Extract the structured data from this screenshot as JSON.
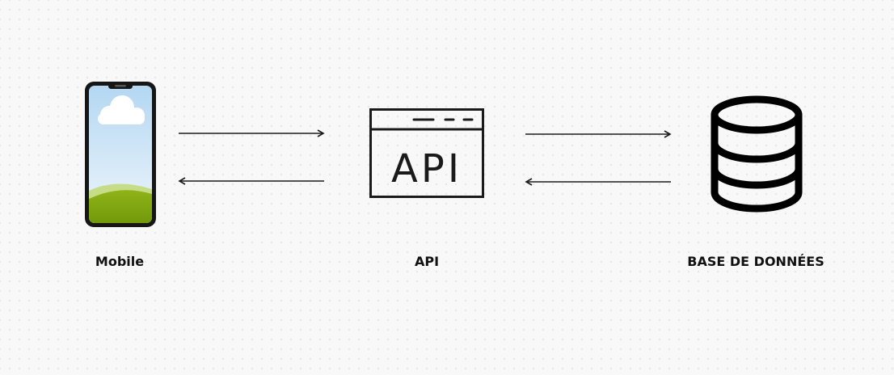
{
  "nodes": {
    "mobile": {
      "label": "Mobile",
      "icon": "smartphone-icon"
    },
    "api": {
      "label": "API",
      "icon": "api-window-icon",
      "icon_text": "API"
    },
    "database": {
      "label": "BASE DE DONNÉES",
      "icon": "database-icon"
    }
  },
  "connections": [
    {
      "from": "mobile",
      "to": "api"
    },
    {
      "from": "api",
      "to": "mobile"
    },
    {
      "from": "api",
      "to": "database"
    },
    {
      "from": "database",
      "to": "api"
    }
  ],
  "colors": {
    "background": "#f8f8f8",
    "dot_grid": "#e2e2e2",
    "stroke": "#1a1a1a",
    "text": "#111111",
    "phone_sky_top": "#b4d7f2",
    "phone_sky_bottom": "#eaf4fb",
    "phone_grass": "#7fa60d"
  }
}
